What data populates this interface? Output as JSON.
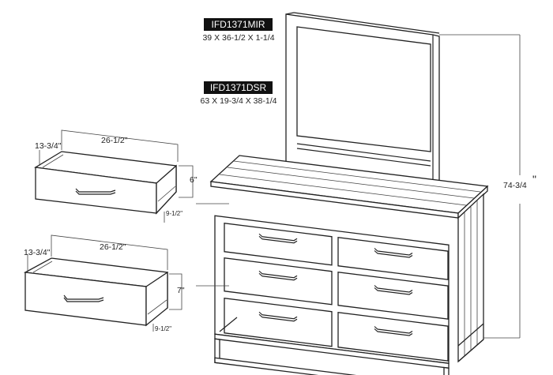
{
  "products": [
    {
      "sku": "IFD1371MIR",
      "dimensions": "39 X 36-1/2 X 1-1/4"
    },
    {
      "sku": "IFD1371DSR",
      "dimensions": "63 X 19-3/4 X 38-1/4"
    }
  ],
  "dimensions": {
    "overall_height": "74-3/4",
    "overall_height_mark": "\"",
    "top_drawer": {
      "depth": "13-3/4\"",
      "width": "26-1/2\"",
      "height": "6\"",
      "inner": "9-1/2\""
    },
    "bottom_drawer": {
      "depth": "13-3/4\"",
      "width": "26-1/2\"",
      "height": "7\"",
      "inner": "9-1/2\""
    }
  }
}
